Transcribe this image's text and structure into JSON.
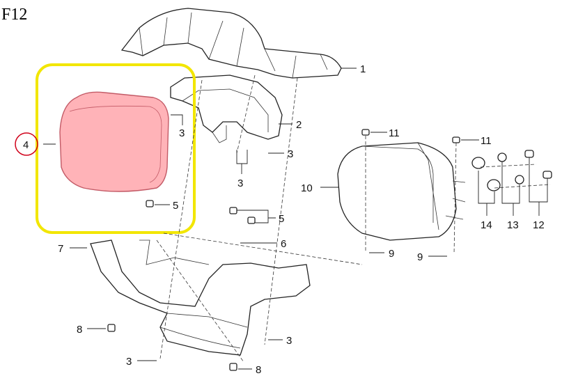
{
  "figure_id": "F12",
  "highlight_color": "#f2e600",
  "selected_part_color": "#ffb3b8",
  "callout_circle_color": "#d0021b",
  "callouts": [
    {
      "id": "c1",
      "label": "1"
    },
    {
      "id": "c2",
      "label": "2"
    },
    {
      "id": "c3a",
      "label": "3"
    },
    {
      "id": "c3b",
      "label": "3"
    },
    {
      "id": "c3c",
      "label": "3"
    },
    {
      "id": "c3d",
      "label": "3"
    },
    {
      "id": "c3e",
      "label": "3"
    },
    {
      "id": "c4",
      "label": "4"
    },
    {
      "id": "c5a",
      "label": "5"
    },
    {
      "id": "c5b",
      "label": "5"
    },
    {
      "id": "c6",
      "label": "6"
    },
    {
      "id": "c7",
      "label": "7"
    },
    {
      "id": "c8a",
      "label": "8"
    },
    {
      "id": "c8b",
      "label": "8"
    },
    {
      "id": "c9a",
      "label": "9"
    },
    {
      "id": "c9b",
      "label": "9"
    },
    {
      "id": "c10",
      "label": "10"
    },
    {
      "id": "c11a",
      "label": "11"
    },
    {
      "id": "c11b",
      "label": "11"
    },
    {
      "id": "c12",
      "label": "12"
    },
    {
      "id": "c13",
      "label": "13"
    },
    {
      "id": "c14",
      "label": "14"
    }
  ]
}
